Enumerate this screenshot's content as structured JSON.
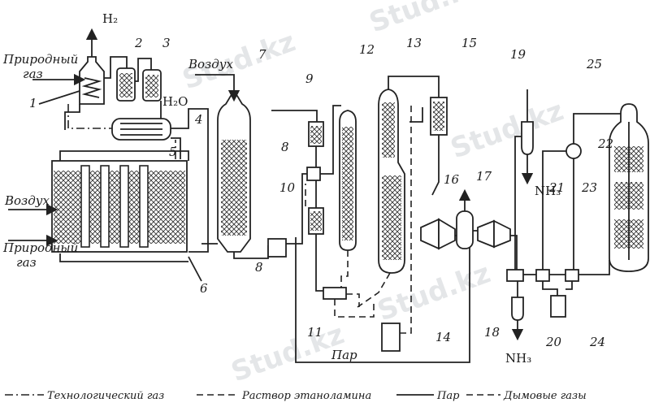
{
  "numbers": [
    "1",
    "2",
    "3",
    "4",
    "5",
    "6",
    "7",
    "8",
    "8",
    "9",
    "10",
    "11",
    "12",
    "13",
    "14",
    "15",
    "16",
    "17",
    "18",
    "19",
    "20",
    "21",
    "22",
    "23",
    "24",
    "25"
  ],
  "labels": {
    "h2": "H₂",
    "h2o": "H₂O",
    "nh3_top": "NH₃",
    "nh3_bottom": "NH₃",
    "prirodny_gaz_top_1": "Природный",
    "prirodny_gaz_top_2": "газ",
    "vozdukh_top": "Воздух",
    "vozdukh_left": "Воздух",
    "prirodny_gaz_bot_1": "Природный",
    "prirodny_gaz_bot_2": "газ",
    "par": "Пар"
  },
  "legend": {
    "tech_gas": "Технологический газ",
    "ethanolamine": "Раствор этаноламина",
    "steam": "Пар",
    "flue_gas": "Дымовые газы"
  },
  "watermark": "Stud.kz"
}
